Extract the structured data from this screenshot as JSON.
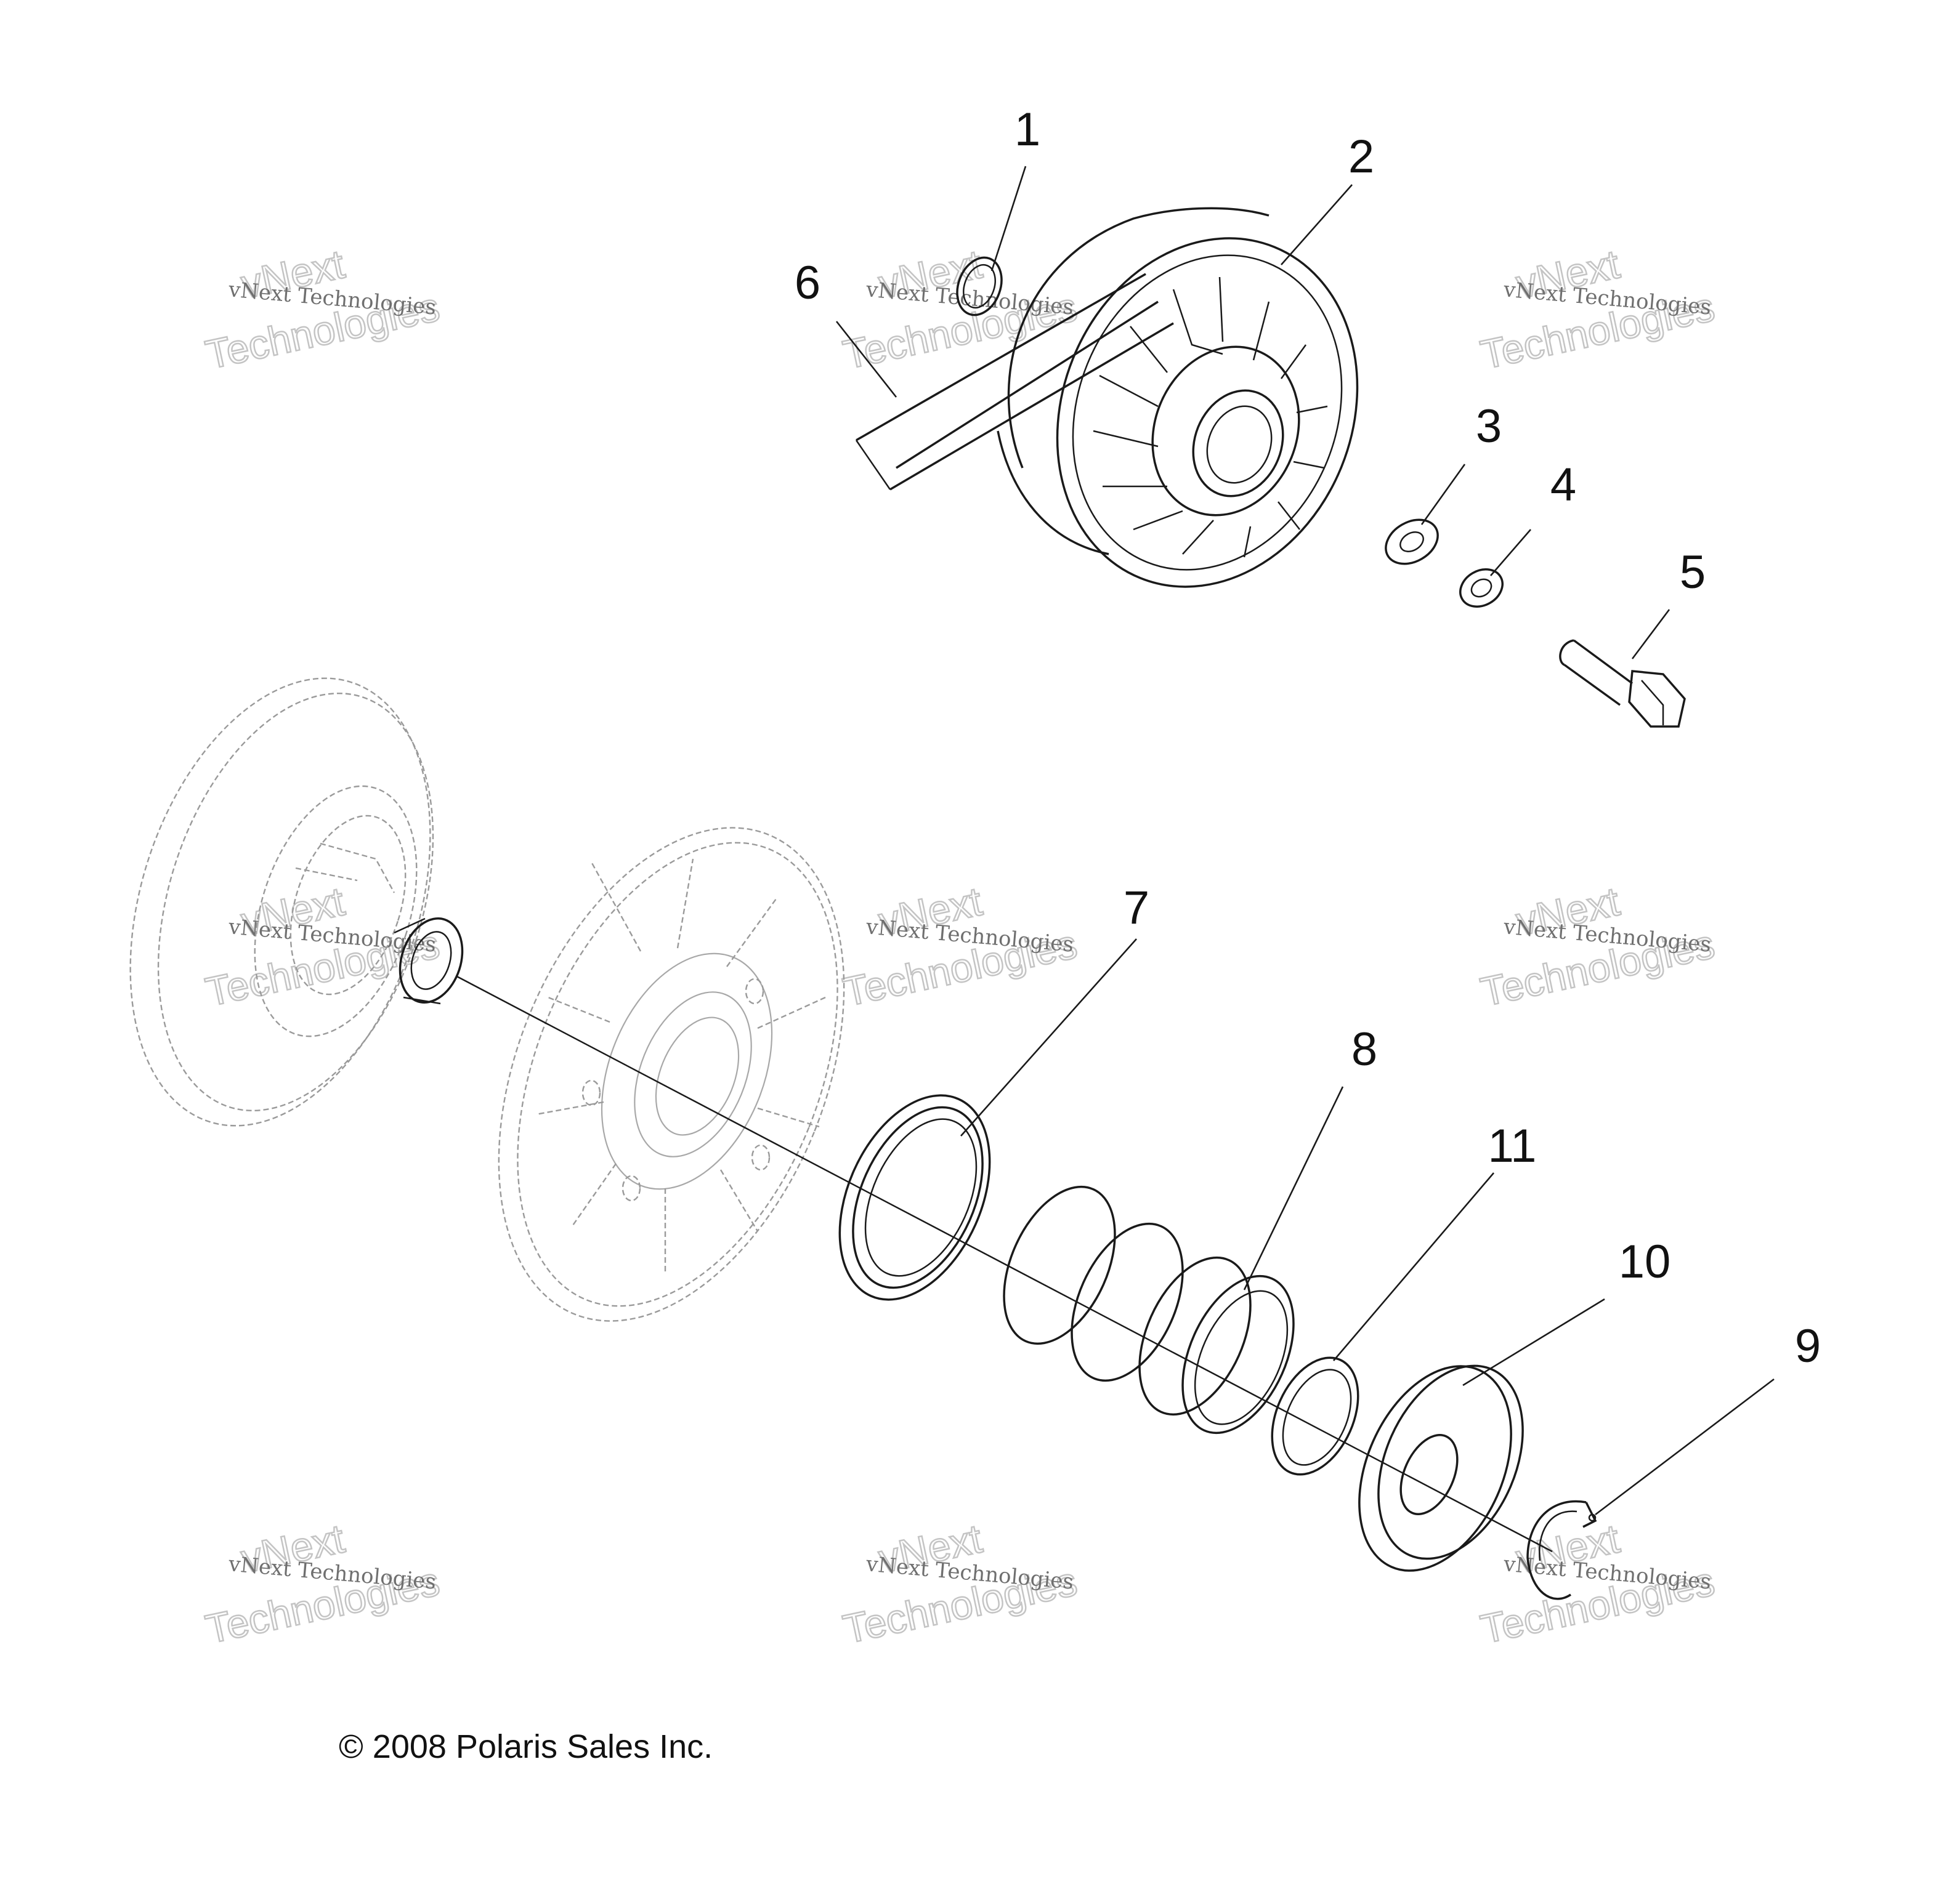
{
  "callouts": [
    {
      "id": "1",
      "label": "1"
    },
    {
      "id": "2",
      "label": "2"
    },
    {
      "id": "3",
      "label": "3"
    },
    {
      "id": "4",
      "label": "4"
    },
    {
      "id": "5",
      "label": "5"
    },
    {
      "id": "6",
      "label": "6"
    },
    {
      "id": "7",
      "label": "7"
    },
    {
      "id": "8",
      "label": "8"
    },
    {
      "id": "9",
      "label": "9"
    },
    {
      "id": "10",
      "label": "10"
    },
    {
      "id": "11",
      "label": "11"
    }
  ],
  "watermark": {
    "brand": "vNext",
    "line": "vNext Technologies",
    "big": "Technologies"
  },
  "copyright": "© 2008 Polaris Sales Inc."
}
